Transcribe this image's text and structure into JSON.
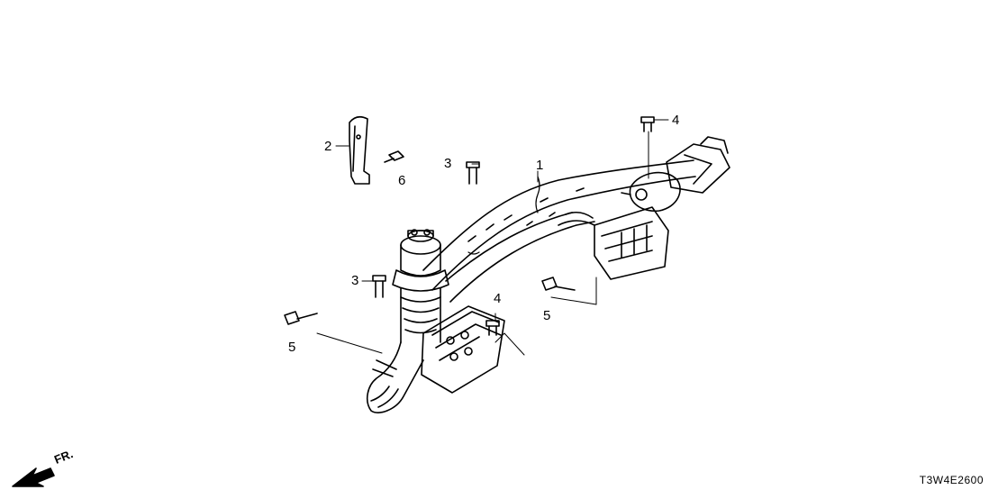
{
  "diagram": {
    "callouts": [
      {
        "id": "c1",
        "label": "1"
      },
      {
        "id": "c2",
        "label": "2"
      },
      {
        "id": "c3a",
        "label": "3"
      },
      {
        "id": "c3b",
        "label": "3"
      },
      {
        "id": "c4a",
        "label": "4"
      },
      {
        "id": "c4b",
        "label": "4"
      },
      {
        "id": "c5a",
        "label": "5"
      },
      {
        "id": "c5b",
        "label": "5"
      },
      {
        "id": "c6",
        "label": "6"
      }
    ],
    "direction_label": "FR.",
    "diagram_code": "T3W4E2600"
  }
}
